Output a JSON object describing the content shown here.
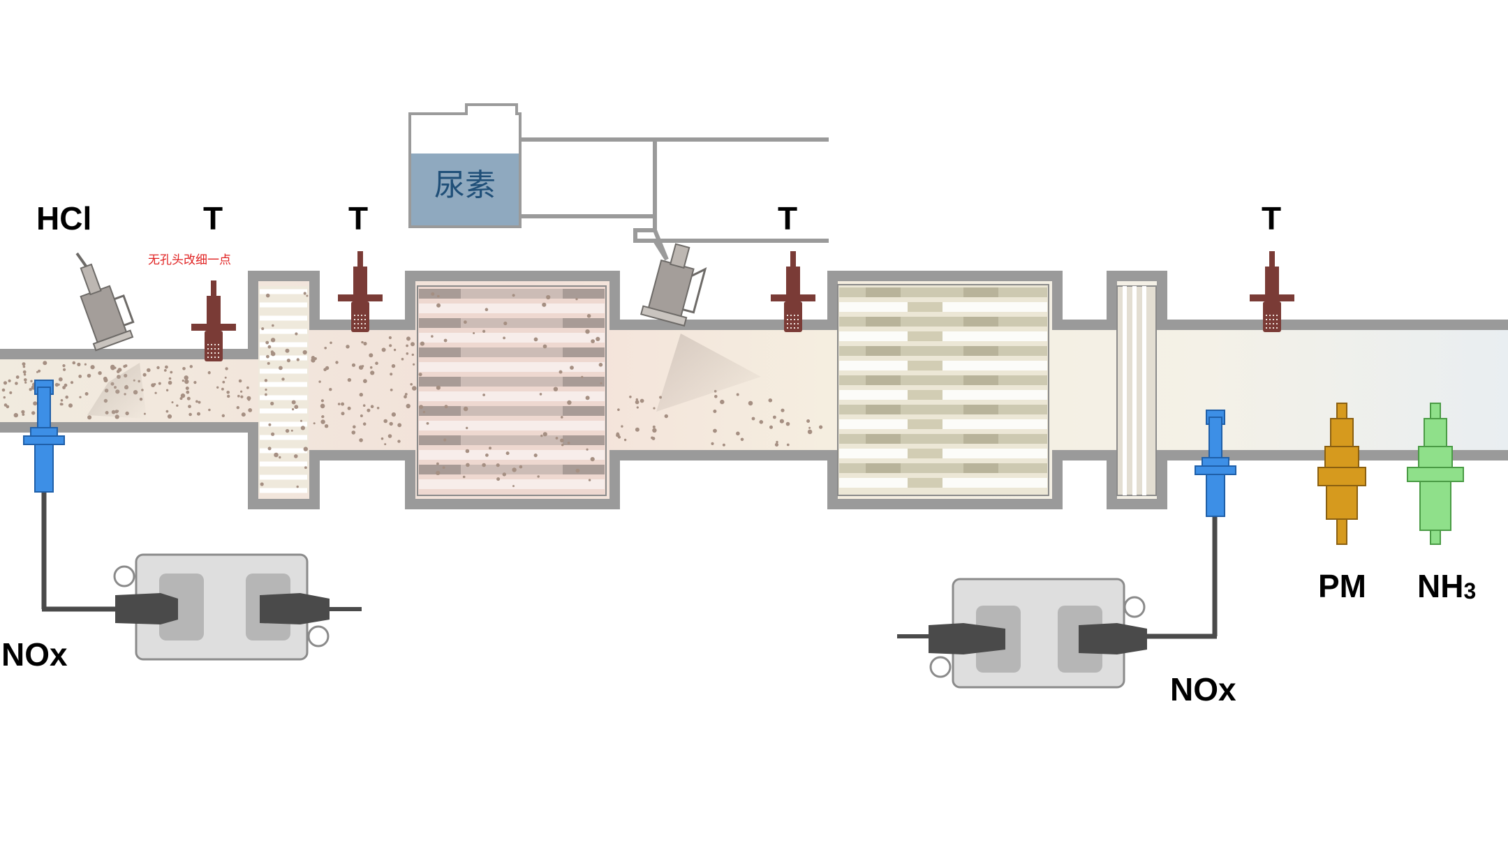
{
  "labels": {
    "hcl": "HCl",
    "t1": "T",
    "t2": "T",
    "t3": "T",
    "t4": "T",
    "nox_left": "NOx",
    "nox_right": "NOx",
    "pm": "PM",
    "nh3_base": "NH",
    "nh3_sub": "3",
    "note": "无孔头改细一点",
    "tank": "尿素"
  },
  "colors": {
    "pipe_wall": "#9a9a9a",
    "pipe_inner": "#f3efe6",
    "temp_sensor": "#7a3b36",
    "nox_sensor": "#3d8fe6",
    "pm_sensor": "#d69a1e",
    "nh3_sensor": "#8fe08a",
    "urea": "#8fa9bf",
    "note": "#e02020"
  }
}
